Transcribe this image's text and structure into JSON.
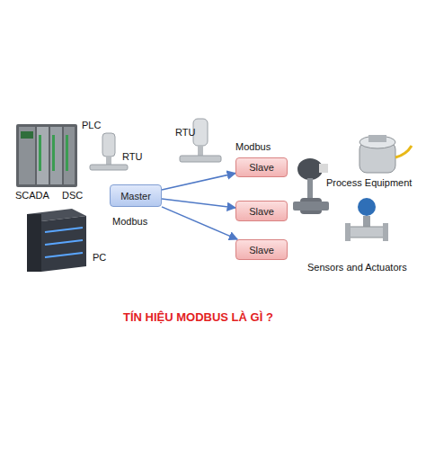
{
  "diagram": {
    "title": "TÍN HIỆU MODBUS LÀ GÌ ?",
    "nodes": [
      {
        "text": [
          "Master"
        ]
      },
      {
        "text": [
          "Slave"
        ]
      },
      {
        "text": [
          "Slave"
        ]
      },
      {
        "text": [
          "Slave"
        ]
      }
    ],
    "edges": [
      {
        "from": 0,
        "to": 1,
        "arrow": "to"
      },
      {
        "from": 0,
        "to": 2,
        "arrow": "to"
      },
      {
        "from": 0,
        "to": 3,
        "arrow": "to"
      }
    ],
    "labels": [
      "PLC",
      "RTU",
      "SCADA",
      "DSC",
      "PC",
      "RTU",
      "Modbus",
      "Modbus",
      "Process Equipment",
      "Sensors and Actuators"
    ]
  }
}
